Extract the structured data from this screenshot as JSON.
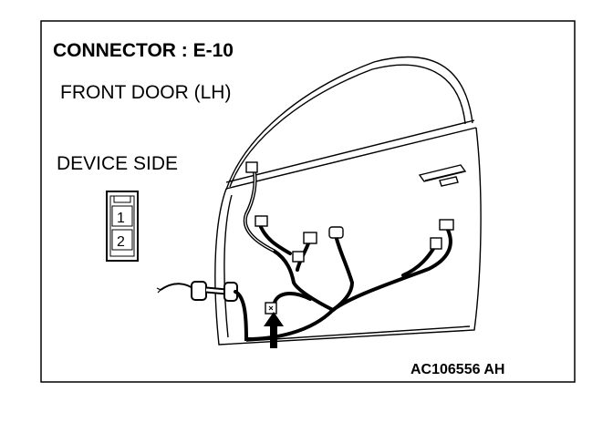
{
  "title": "CONNECTOR : E-10",
  "location": "FRONT DOOR (LH)",
  "view": "DEVICE SIDE",
  "connector_pins": [
    "1",
    "2"
  ],
  "figure_code": "AC106556 AH",
  "colors": {
    "ink": "#000000",
    "paper": "#ffffff"
  }
}
